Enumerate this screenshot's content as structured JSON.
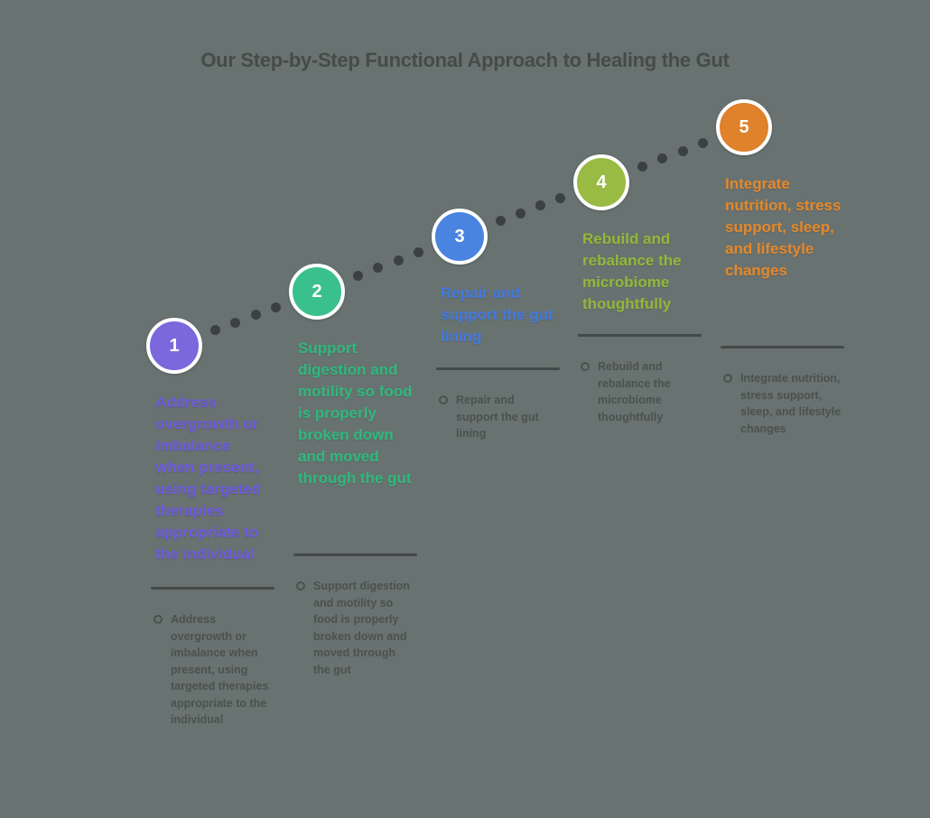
{
  "title": {
    "text": "Our Step-by-Step Functional Approach to Healing the Gut",
    "color": "#454b49"
  },
  "colors": {
    "background": "#687270",
    "connector_dot": "#3b4140",
    "divider": "#434948",
    "description_text": "#4b514f",
    "circle_border": "#ffffff",
    "circle_number": "#ffffff"
  },
  "steps": [
    {
      "number": "1",
      "circle_color": "#7b68dc",
      "text_color": "#6c5be0",
      "title": "Address overgrowth or imbalance when present, using targeted therapies appropriate to the individual",
      "description": "Address overgrowth or imbalance when present, using targeted therapies appropriate to the individual"
    },
    {
      "number": "2",
      "circle_color": "#3ac08d",
      "text_color": "#2eb97e",
      "title": "Support digestion and motility so food is properly broken down and moved through the gut",
      "description": "Support digestion and motility so food is properly broken down and moved through the gut"
    },
    {
      "number": "3",
      "circle_color": "#4a84e0",
      "text_color": "#4379e2",
      "title": "Repair and support the gut lining",
      "description": "Repair and support the gut lining"
    },
    {
      "number": "4",
      "circle_color": "#99bb44",
      "text_color": "#92b838",
      "title": "Rebuild and rebalance the microbiome thoughtfully",
      "description": "Rebuild and rebalance the microbiome thoughtfully"
    },
    {
      "number": "5",
      "circle_color": "#e0812b",
      "text_color": "#e68829",
      "title": "Integrate nutrition, stress support, sleep, and lifestyle changes",
      "description": "Integrate nutrition, stress support, sleep, and lifestyle changes"
    }
  ]
}
